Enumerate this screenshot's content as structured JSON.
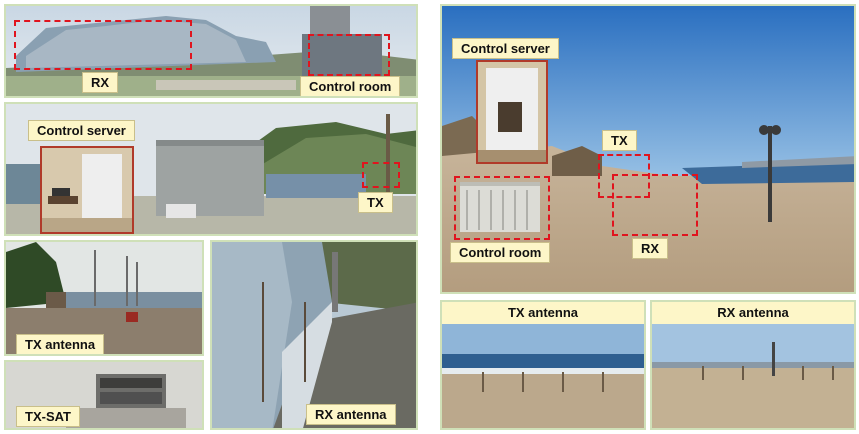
{
  "labels": {
    "p1_rx": "RX",
    "p1_control_room": "Control room",
    "p2_control_server": "Control server",
    "p2_tx": "TX",
    "p3_tx_antenna": "TX antenna",
    "p4_tx_sat": "TX-SAT",
    "p5_rx_antenna": "RX antenna",
    "big_control_server": "Control server",
    "big_tx": "TX",
    "big_control_room": "Control room",
    "big_rx": "RX",
    "bl_tx_antenna": "TX antenna",
    "br_rx_antenna": "RX antenna"
  },
  "colors": {
    "panel_border": "#cfe0b8",
    "label_bg": "#fdf6c8",
    "dash_red": "#e0141e"
  }
}
